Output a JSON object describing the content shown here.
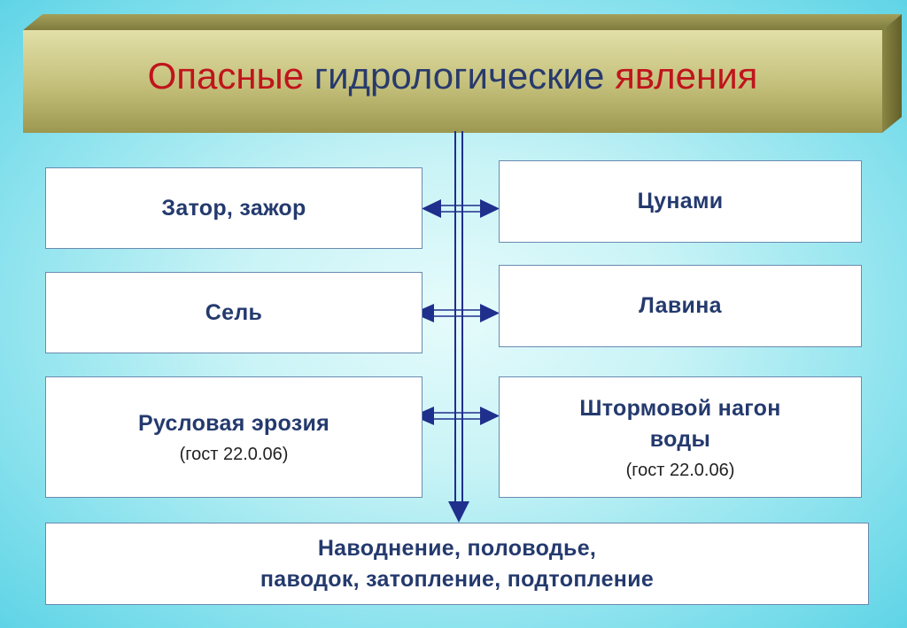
{
  "title": {
    "part1": "Опасные",
    "part2": " гидрологические ",
    "part3": "явления"
  },
  "items": {
    "zator": {
      "label": "Затор, зажор"
    },
    "cunami": {
      "label": "Цунами"
    },
    "sel": {
      "label": "Сель"
    },
    "lavina": {
      "label": "Лавина"
    },
    "erozia": {
      "label": "Русловая эрозия",
      "note": "(гост 22.0.06)"
    },
    "nagon": {
      "label": "Штормовой нагон воды",
      "note": "(гост 22.0.06)"
    },
    "flood": {
      "line1": "Наводнение, половодье,",
      "line2": "паводок, затопление, подтопление"
    }
  },
  "colors": {
    "title_red": "#c0141c",
    "title_blue": "#283a6c",
    "box_text": "#243a6e",
    "arrow": "#1f2f8c",
    "slab": "#b8b56c"
  }
}
